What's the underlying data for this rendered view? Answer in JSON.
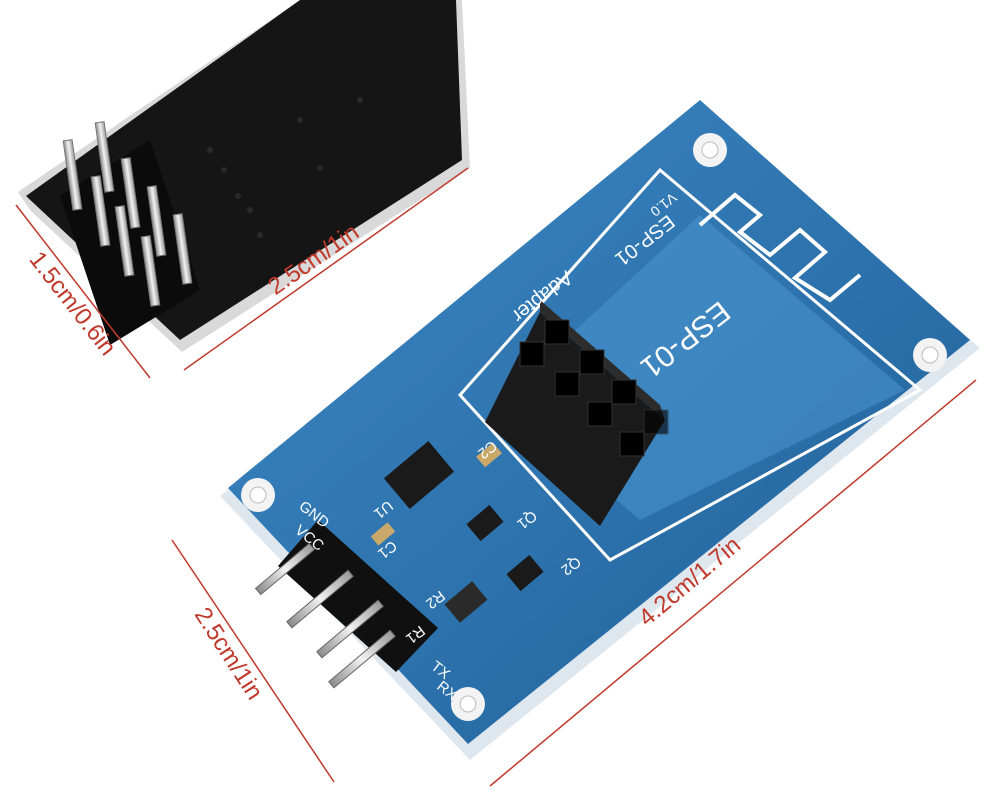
{
  "dimensions": {
    "small_height": "1.5cm/0.6in",
    "small_width": "2.5cm/1in",
    "board_width": "2.5cm/1in",
    "board_length": "4.2cm/1.7in"
  },
  "board_silkscreen": {
    "module_name": "ESP-01",
    "module_name_small": "ESP-01",
    "version": "V1.0",
    "adapter": "Adapter",
    "cap_c2": "C2",
    "cap_c1": "C1",
    "regulator_u1": "U1",
    "transistor_q1": "Q1",
    "transistor_q2": "Q2",
    "resistor_r2": "R2",
    "resistor_r1": "R1",
    "pin_gnd": "GND",
    "pin_vcc": "VCC",
    "pin_rx": "RX",
    "pin_tx": "TX"
  },
  "colors": {
    "dimension_lines": "#c0392b",
    "board_blue": "#2f79b8",
    "pcb_black": "#151515"
  }
}
